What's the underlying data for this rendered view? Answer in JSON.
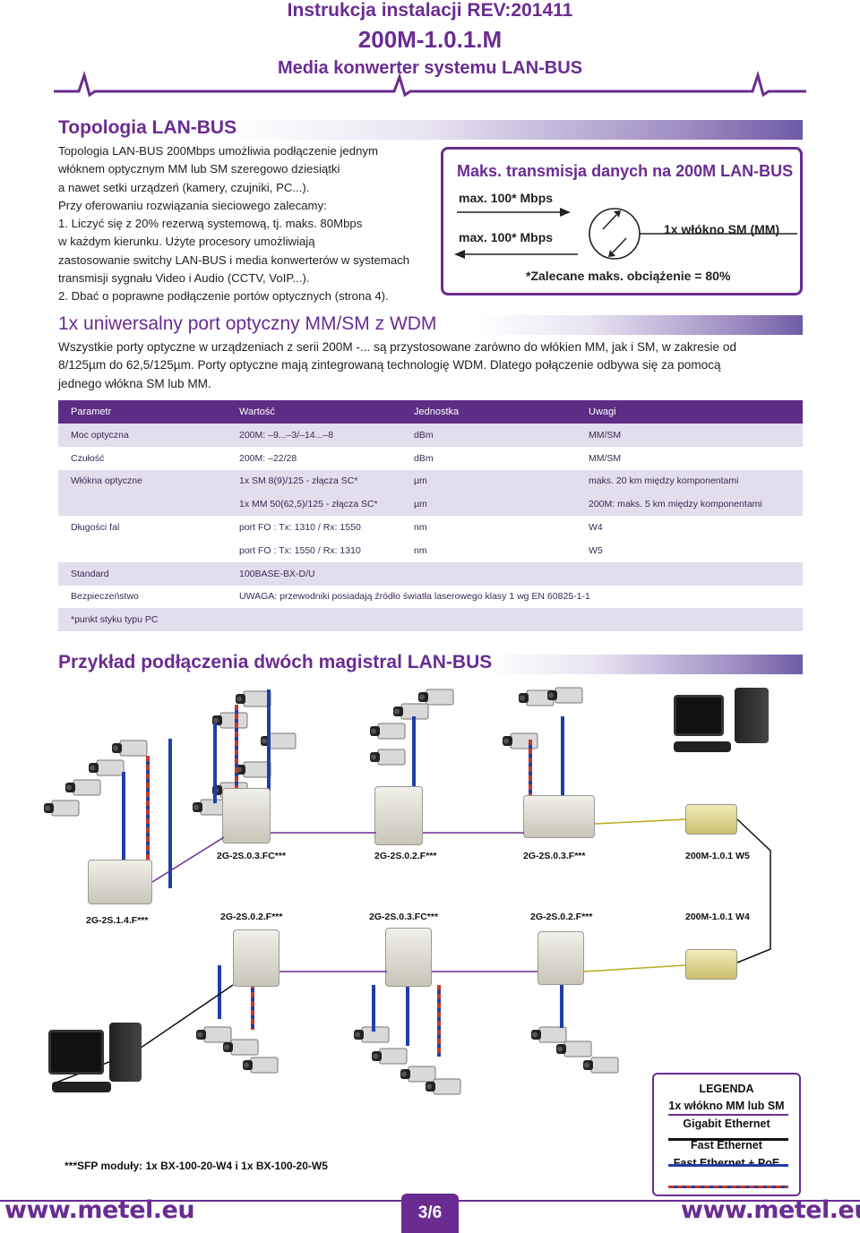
{
  "header": {
    "line1": "Instrukcja instalacji REV:201411",
    "line2": "200M-1.0.1.M",
    "line3": "Media konwerter systemu LAN-BUS"
  },
  "topology": {
    "title": "Topologia LAN-BUS",
    "lines": [
      "Topologia LAN-BUS 200Mbps umożliwia podłączenie jednym",
      "włóknem optycznym MM lub SM szeregowo dziesiątki",
      "a nawet setki urządzeń (kamery, czujniki, PC...).",
      "Przy oferowaniu rozwiązania sieciowego zalecamy:",
      "1. Liczyć się z  20% rezerwą systemową, tj. maks. 80Mbps",
      "w każdym kierunku. Użyte procesory umożliwiają",
      "zastosowanie switchy LAN-BUS i media konwerterów w systemach",
      "transmisji sygnału Video i Audio (CCTV, VoIP...).",
      "2. Dbać o poprawne podłączenie portów optycznych (strona 4)."
    ]
  },
  "diagram": {
    "title": "Maks. transmisja danych na 200M LAN-BUS",
    "up": "max. 100* Mbps",
    "down": "max. 100* Mbps",
    "fiber": "1x włókno SM (MM)",
    "note": "*Zalecane maks. obciążenie = 80%"
  },
  "port": {
    "title": "1x uniwersalny port optyczny MM/SM z WDM",
    "lines": [
      "Wszystkie porty optyczne w urządzeniach z serii 200M -... są przystosowane zarówno do włókien MM, jak i SM, w zakresie od",
      "8/125µm do 62,5/125µm. Porty optyczne mają zintegrowaną technologię WDM. Dlatego połączenie odbywa się za pomocą",
      "jednego włókna SM lub MM."
    ]
  },
  "table": {
    "headers": [
      "Parametr",
      "Wartość",
      "Jednostka",
      "Uwagi"
    ],
    "rows": [
      [
        "Moc optyczna",
        "200M: –9...–3/–14...–8",
        "dBm",
        "MM/SM"
      ],
      [
        "Czułość",
        "200M: –22/28",
        "dBm",
        "MM/SM"
      ],
      [
        "Włókna optyczne",
        "1x SM 8(9)/125 - złącza SC*",
        "µm",
        "maks. 20 km między komponentami"
      ],
      [
        "",
        "1x MM 50(62,5)/125 - złącza SC*",
        "µm",
        "200M: maks. 5 km między komponentami"
      ],
      [
        "Długości fal",
        "port FO : Tx: 1310 / Rx: 1550",
        "nm",
        "W4"
      ],
      [
        "",
        "port FO : Tx: 1550 / Rx: 1310",
        "nm",
        "W5"
      ],
      [
        "Standard",
        "100BASE-BX-D/U",
        "",
        ""
      ],
      [
        "Bezpieczeństwo",
        "UWAGA: przewodniki posiadają źródło światła laserowego klasy 1 wg EN 60825-1-1",
        "",
        ""
      ],
      [
        "*punkt styku typu PC",
        "",
        "",
        ""
      ]
    ]
  },
  "example": {
    "title": "Przykład podłączenia dwóch magistral LAN-BUS",
    "labels_top": [
      "2G-2S.0.3.FC***",
      "2G-2S.0.2.F***",
      "2G-2S.0.3.F***",
      "200M-1.0.1 W5"
    ],
    "label_left": "2G-2S.1.4.F***",
    "labels_bottom": [
      "2G-2S.0.2.F***",
      "2G-2S.0.3.FC***",
      "2G-2S.0.2.F***",
      "200M-1.0.1 W4"
    ],
    "sfp_note": "***SFP moduły: 1x BX-100-20-W4 i 1x BX-100-20-W5"
  },
  "legend": {
    "title": "LEGENDA",
    "items": [
      "1x włókno MM lub SM",
      "Gigabit Ethernet",
      "Fast Ethernet",
      "Fast Ethernet + PoE"
    ],
    "colors": {
      "fiber": "#6a2c91",
      "gigabit": "#111111",
      "fast": "#1f3fa8",
      "poe": "#c0392b"
    }
  },
  "footer": {
    "logo_left": "www.metel.eu",
    "page": "3/6",
    "logo_right": "www.metel.eu"
  }
}
